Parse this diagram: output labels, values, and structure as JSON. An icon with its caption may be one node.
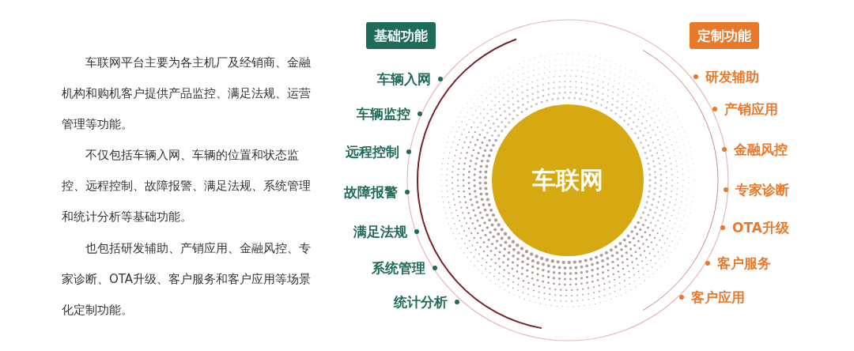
{
  "diagram": {
    "nodes": [
      {
        "text": [
          "基础功能"
        ]
      },
      {
        "text": [
          "定制功能"
        ]
      },
      {
        "text": [
          "车联网"
        ]
      }
    ],
    "labels": [
      "车联网平台主要为各主机厂及经销商、金融机构和购机客户提供产品监控、满足法规、运营管理等功能。",
      "不仅包括车辆入网、车辆的位置和状态监控、远程控制、故障报警、满足法规、系统管理和统计分析等基础功能。",
      "也包括研发辅助、产销应用、金融风控、专家诊断、OTA升级、客户服务和客户应用等场景化定制功能。",
      "车辆入网",
      "车辆监控",
      "远程控制",
      "故障报警",
      "满足法规",
      "系统管理",
      "统计分析",
      "研发辅助",
      "产销应用",
      "金融风控",
      "专家诊断",
      "OTA升级",
      "客户服务",
      "客户应用"
    ]
  }
}
